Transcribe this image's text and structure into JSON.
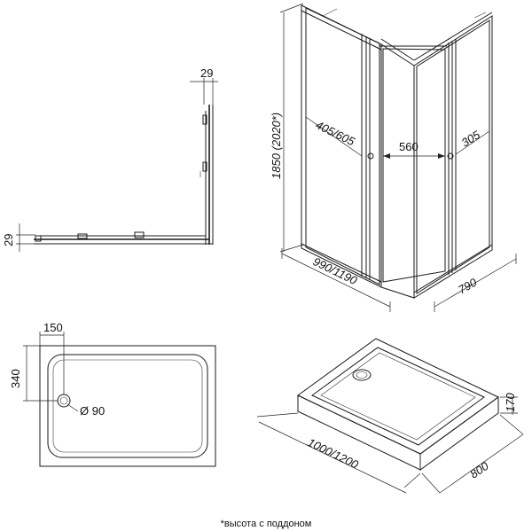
{
  "profile_view": {
    "dim_top": "29",
    "dim_left": "29"
  },
  "enclosure_view": {
    "dim_height": "1850 (2020*)",
    "dim_door_left": "405/605",
    "dim_opening": "560",
    "dim_side_panel": "305",
    "dim_width": "990/1190",
    "dim_depth": "790"
  },
  "tray_plan": {
    "dim_drain_x": "150",
    "dim_drain_y": "340",
    "dim_drain_diameter": "Ø 90"
  },
  "tray_iso": {
    "dim_height": "170",
    "dim_length": "1000/1200",
    "dim_width": "800"
  },
  "footnote": "*высота с поддоном"
}
